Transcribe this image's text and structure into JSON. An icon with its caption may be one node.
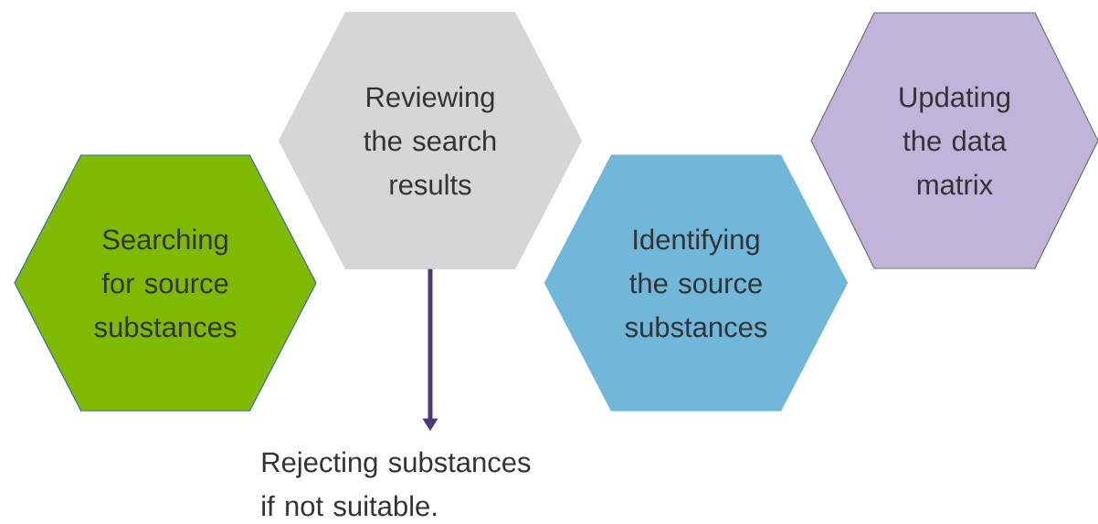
{
  "diagram": {
    "nodes": [
      {
        "text": [
          "Searching for source substances"
        ]
      },
      {
        "text": [
          "Reviewing the search results"
        ]
      },
      {
        "text": [
          "Identifying the source substances"
        ]
      },
      {
        "text": [
          "Updating the data matrix"
        ]
      },
      {
        "text": [
          "Rejecting substances if not suitable."
        ]
      }
    ],
    "edges": [
      {
        "from": 1,
        "to": 4,
        "arrow": "to"
      }
    ]
  }
}
